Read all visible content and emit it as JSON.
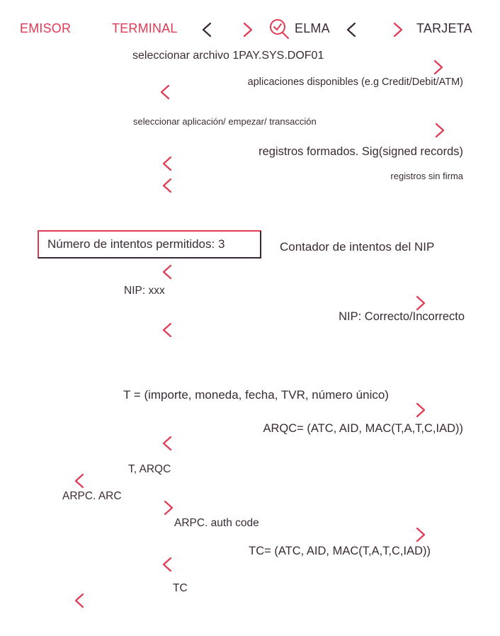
{
  "header": {
    "emisor": "EMISOR",
    "terminal": "TERMINAL",
    "elma": "ELMA",
    "tarjeta": "TARJETA",
    "elma_icon": "search-check-icon"
  },
  "colors": {
    "accent": "#e03a55",
    "dark": "#3b2a36"
  },
  "section1": {
    "msg1": "seleccionar archivo 1PAY.SYS.DOF01",
    "msg2": "aplicaciones disponibles (e.g Credit/Debit/ATM)",
    "msg3": "seleccionar aplicación/ empezar/ transacción",
    "msg4": "registros formados. Sig(signed records)",
    "msg5": "registros sin firma"
  },
  "section2": {
    "box": "Número de intentos permitidos: 3",
    "counter": "Contador de intentos del NIP",
    "msg1": "NIP: xxx",
    "msg2": "NIP: Correcto/Incorrecto"
  },
  "section3": {
    "msg1": "T = (importe, moneda, fecha, TVR, número único)",
    "msg2": "ARQC= (ATC, AID, MAC(T,A,T,C,IAD))",
    "msg3": "T, ARQC",
    "msg4": "ARPC. ARC",
    "msg5": "ARPC. auth code",
    "msg6": "TC= (ATC, AID, MAC(T,A,T,C,IAD))",
    "msg7": "TC"
  }
}
